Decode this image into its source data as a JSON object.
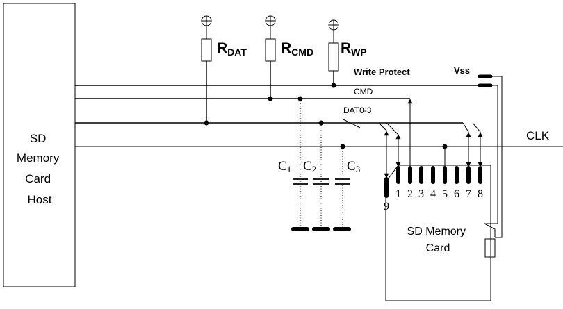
{
  "host": {
    "lines": [
      "SD",
      "Memory",
      "Card",
      "Host"
    ]
  },
  "resistors": [
    {
      "letter": "R",
      "sub": "DAT"
    },
    {
      "letter": "R",
      "sub": "CMD"
    },
    {
      "letter": "R",
      "sub": "WP"
    }
  ],
  "signals": {
    "write_protect": "Write Protect",
    "vss": "Vss",
    "cmd": "CMD",
    "dat": "DAT0-3",
    "clk": "CLK"
  },
  "capacitors": [
    {
      "letter": "C",
      "sub": "1"
    },
    {
      "letter": "C",
      "sub": "2"
    },
    {
      "letter": "C",
      "sub": "3"
    }
  ],
  "card": {
    "lines": [
      "SD Memory",
      "Card"
    ],
    "pins": [
      "9",
      "1",
      "2",
      "3",
      "4",
      "5",
      "6",
      "7",
      "8"
    ]
  }
}
